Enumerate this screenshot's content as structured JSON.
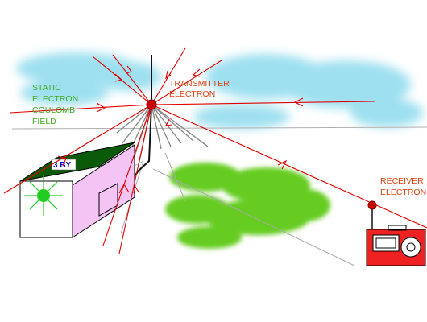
{
  "labels": {
    "static_field": [
      "STATIC",
      "ELECTRON",
      "COULOMB",
      "FIELD"
    ],
    "transmitter": [
      "TRANSMITTER",
      "ELECTRON"
    ],
    "receiver": [
      "RECEIVER",
      "ELECTRON"
    ],
    "house_sign": "3 BY"
  },
  "colors": {
    "field_line": "#e00000",
    "charge": "#cc0000",
    "label_text": "#e04010",
    "static_text": "#44aa22",
    "sky": "#9ee0f0",
    "grass": "#66cc22",
    "house_wall": "#f4c4f4",
    "house_roof": "#0a5a0a",
    "house_light": "#22cc22",
    "sign_text": "#0000cc",
    "radio_body": "#ee2222"
  }
}
